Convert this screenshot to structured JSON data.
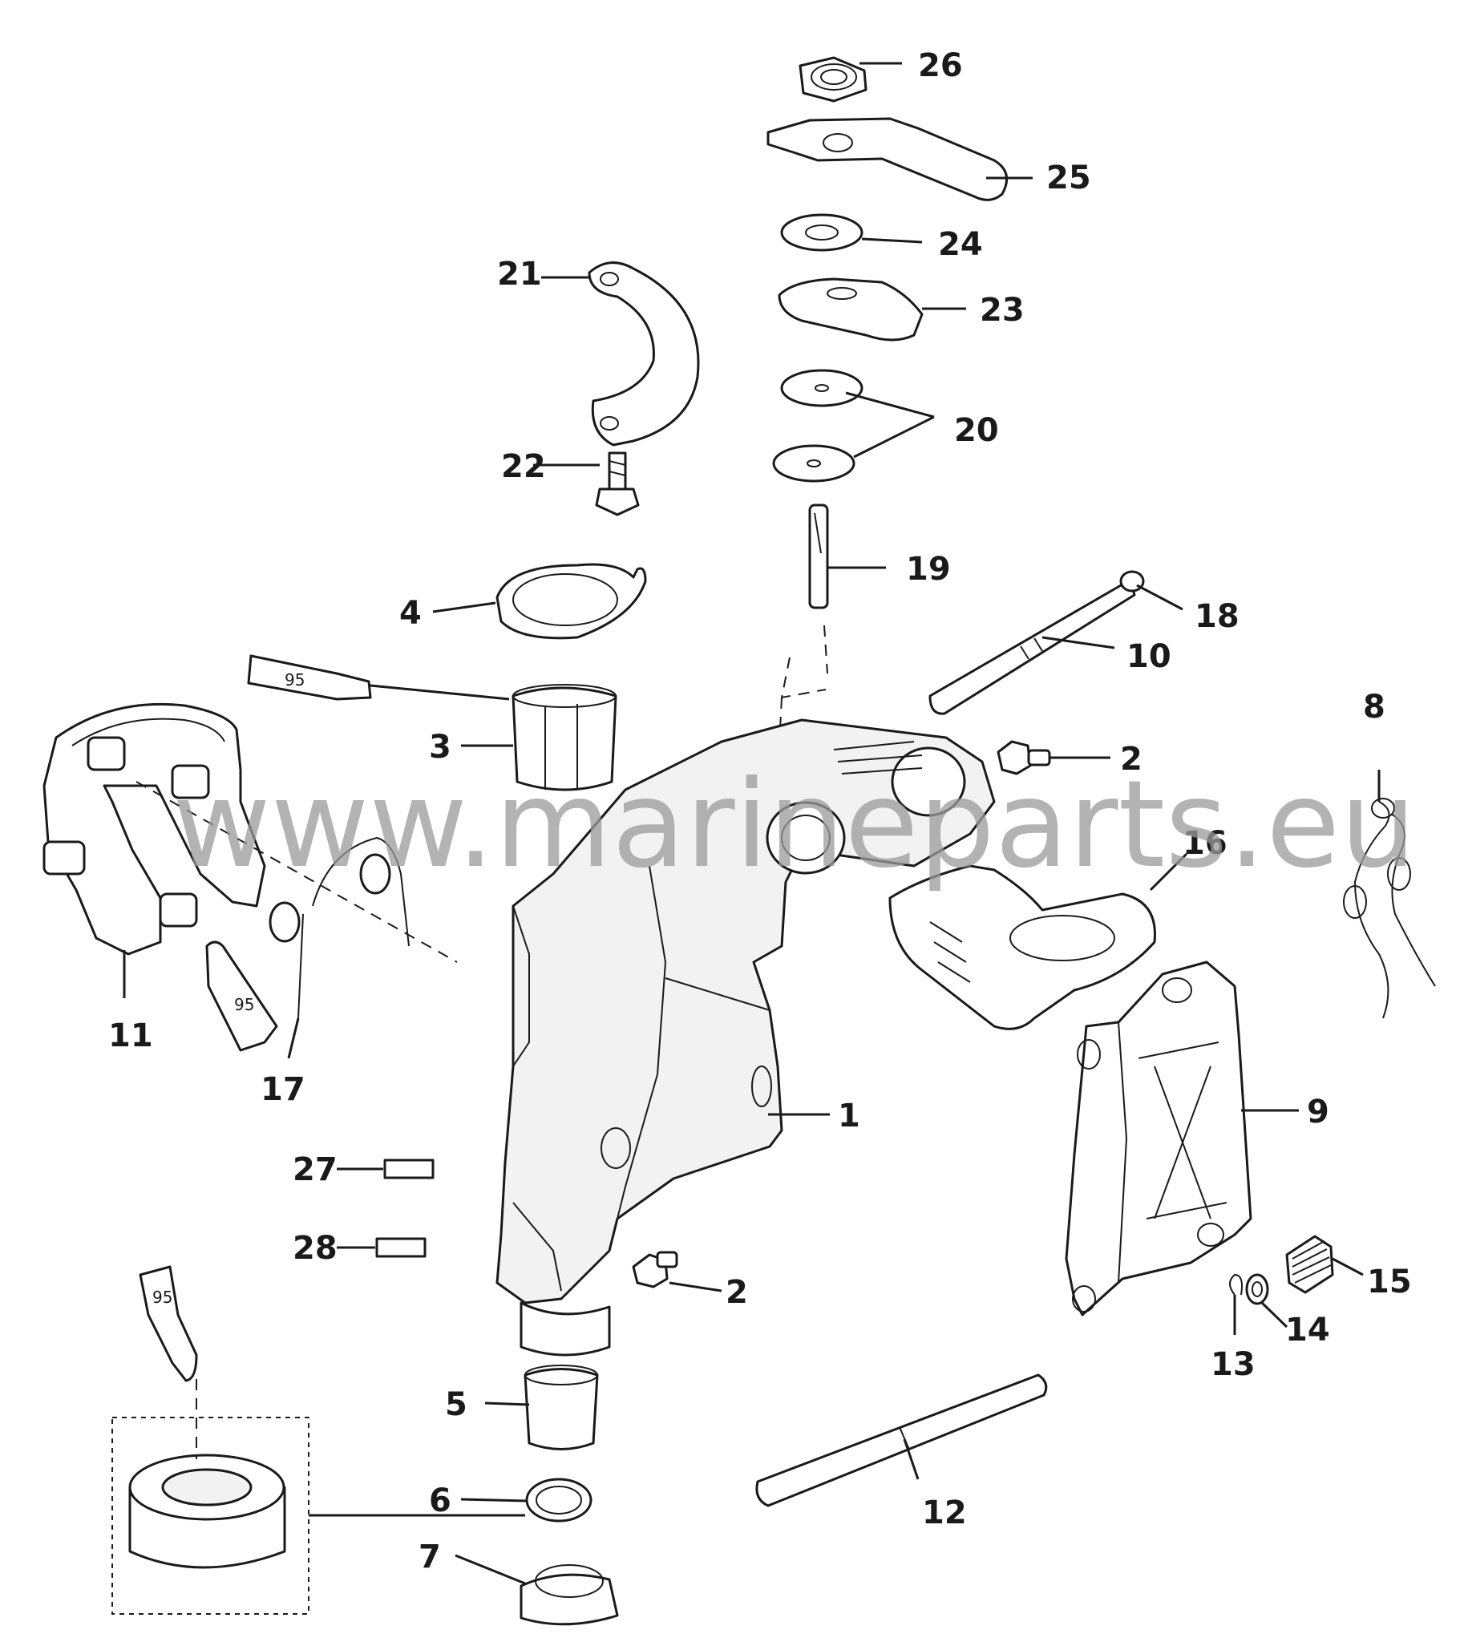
{
  "watermark": "www.marineparts.eu",
  "callouts": {
    "c1": "1",
    "c2a": "2",
    "c2b": "2",
    "c3": "3",
    "c4": "4",
    "c5": "5",
    "c6": "6",
    "c7": "7",
    "c8": "8",
    "c9": "9",
    "c10": "10",
    "c11": "11",
    "c12": "12",
    "c13": "13",
    "c14": "14",
    "c15": "15",
    "c16": "16",
    "c17": "17",
    "c18": "18",
    "c19": "19",
    "c20": "20",
    "c21": "21",
    "c22": "22",
    "c23": "23",
    "c24": "24",
    "c25": "25",
    "c26": "26",
    "c27": "27",
    "c28": "28"
  },
  "lubricant_tubes": {
    "t1": "95",
    "t2": "95",
    "t3": "95"
  },
  "colors": {
    "line": "#1a1a1a",
    "watermark": "#9a9a9a",
    "background": "#ffffff"
  }
}
